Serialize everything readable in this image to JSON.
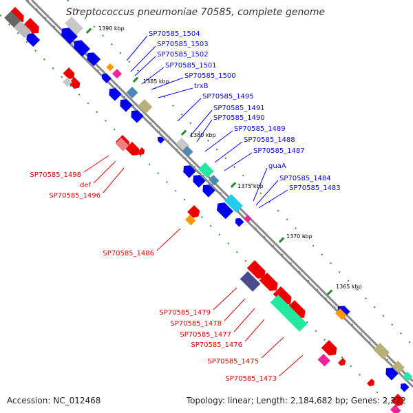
{
  "title": "Streptococcus pneumoniae 70585, complete genome",
  "accession": "Accession: NC_012468",
  "topology": "Topology: linear; Length: 2,184,682 bp; Genes: 2,272",
  "kbp_labels": [
    "1390 kbp",
    "1385 kbp",
    "1380 kbp",
    "1375 kbp",
    "1370 kbp",
    "1365 kbp"
  ],
  "right_genes": [
    "SP70585_1504",
    "SP70585_1503",
    "SP70585_1502",
    "SP70585_1501",
    "SP70585_1500",
    "trxB",
    "SP70585_1495",
    "SP70585_1491",
    "SP70585_1490",
    "SP70585_1489",
    "SP70585_1488",
    "SP70585_1487",
    "guaA",
    "SP70585_1484",
    "SP70585_1483"
  ],
  "left_genes": [
    "SP70585_1498",
    "def",
    "SP70585_1496",
    "SP70585_1486",
    "SP70585_1479",
    "SP70585_1478",
    "SP70585_1477",
    "SP70585_1476",
    "SP70585_1475",
    "SP70585_1473"
  ],
  "colors": {
    "forward": "#ee0000",
    "reverse": "#0000ee",
    "axis": "#888888",
    "tick": "#228b22",
    "slate": "#4a4a8c",
    "teal": "#4e86b4",
    "khaki": "#b8b07a",
    "mint": "#22e8a0",
    "cyan": "#22ccee",
    "orange": "#ff9900",
    "magenta": "#ee2299",
    "pink": "#f08080",
    "grey": "#c8c8c8"
  }
}
